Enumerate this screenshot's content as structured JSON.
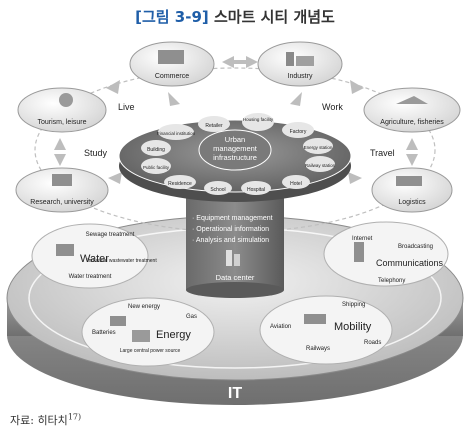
{
  "figure": {
    "number": "[그림 3-9]",
    "title": "스마트 시티 개념도"
  },
  "outer_nodes": {
    "commerce": "Commerce",
    "industry": "Industry",
    "tourism": "Tourism, leisure",
    "agriculture": "Agriculture, fisheries",
    "research": "Research, university",
    "logistics": "Logistics"
  },
  "ring_labels": {
    "live": "Live",
    "work": "Work",
    "study": "Study",
    "travel": "Travel"
  },
  "upper_disc": {
    "center_line1": "Urban",
    "center_line2": "management",
    "center_line3": "infrastructure",
    "facilities": {
      "retailer": "Retailer",
      "housing": "Housing facility",
      "factory": "Factory",
      "financial": "Financial institution",
      "building": "Building",
      "energy": "Energy station",
      "public": "Public facility",
      "railway": "Railway station",
      "residence": "Residence",
      "school": "School",
      "hospital": "Hospital",
      "hotel": "Hotel"
    }
  },
  "column": {
    "line1": "· Equipment management",
    "line2": "· Operational information",
    "line3": "· Analysis and simulation",
    "data_center": "Data center"
  },
  "water": {
    "title": "Water",
    "sewage": "Sewage treatment",
    "industrial": "Industrial wastewater treatment",
    "water_treatment": "Water treatment"
  },
  "communications": {
    "title": "Communications",
    "internet": "Internet",
    "broadcasting": "Broadcasting",
    "telephony": "Telephony"
  },
  "energy": {
    "title": "Energy",
    "new_energy": "New energy",
    "gas": "Gas",
    "batteries": "Batteries",
    "large_power": "Large central power source"
  },
  "mobility": {
    "title": "Mobility",
    "shipping": "Shipping",
    "aviation": "Aviation",
    "railways": "Railways",
    "roads": "Roads"
  },
  "base_label": "IT",
  "source": {
    "text": "자료: 히타치",
    "footnote": "17)"
  }
}
